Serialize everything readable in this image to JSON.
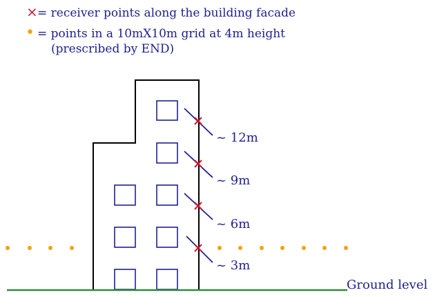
{
  "legend": {
    "cross_symbol": "×",
    "cross_text": "= receiver points along the building facade",
    "dot_symbol": "•",
    "dot_text_line1": "= points in a 10mX10m grid at 4m height",
    "dot_text_line2": "(prescribed by END)"
  },
  "heights": [
    {
      "label": "~ 12m"
    },
    {
      "label": "~ 9m"
    },
    {
      "label": "~ 6m"
    },
    {
      "label": "~ 3m"
    }
  ],
  "ground_label": "Ground level",
  "colors": {
    "text": "#1f1f8f",
    "cross": "#d0102a",
    "dot": "#f5a000",
    "building": "#000000",
    "window": "#1f1f8f",
    "ground": "#2e8b3a",
    "measure_line": "#1f1f8f"
  }
}
